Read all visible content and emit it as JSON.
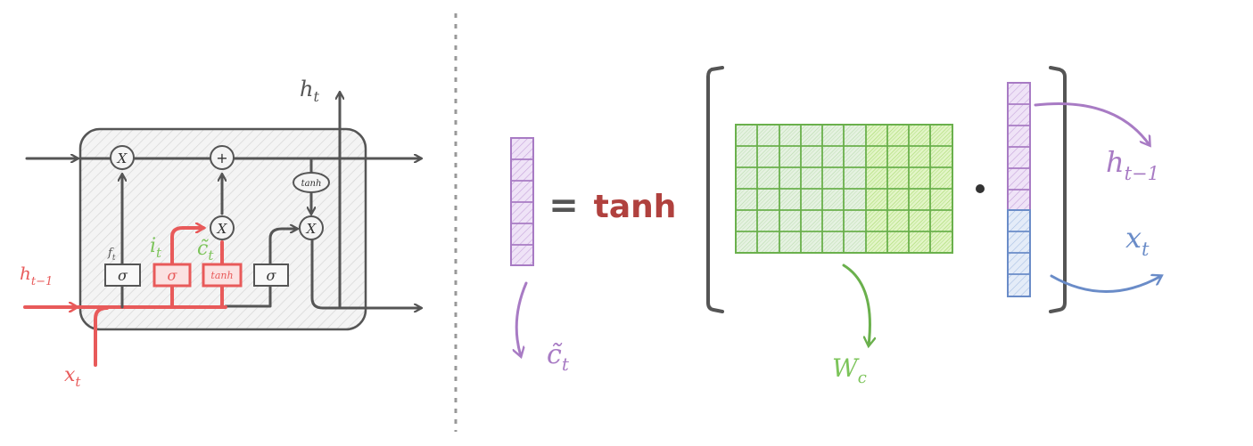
{
  "colors": {
    "dark": "#555555",
    "red": "#e85a5a",
    "green": "#7cc45a",
    "purple": "#a87bc4",
    "blue": "#6a8cc8",
    "tanh_word": "#b0413e",
    "grid_green_light": "#dceedd",
    "grid_green_bright": "#d9f2b8",
    "grid_stroke": "#6ab04c"
  },
  "lstm": {
    "label_ht": "h",
    "label_ht_sub": "t",
    "label_ht_prev": "h",
    "label_ht_prev_sub": "t−1",
    "label_xt": "x",
    "label_xt_sub": "t",
    "label_ft": "f",
    "label_ft_sub": "t",
    "label_it": "i",
    "label_it_sub": "t",
    "label_ct": "c̃",
    "label_ct_sub": "t",
    "gate_sigma": "σ",
    "gate_tanh": "tanh",
    "op_mult": "X",
    "op_add": "+"
  },
  "equation": {
    "equals": "=",
    "tanh": "tanh",
    "dot": "·",
    "ct_label": "c̃",
    "ct_sub": "t",
    "wc_label": "W",
    "wc_sub": "c",
    "hprev_label": "h",
    "hprev_sub": "t−1",
    "xt_label": "x",
    "xt_sub": "t"
  }
}
